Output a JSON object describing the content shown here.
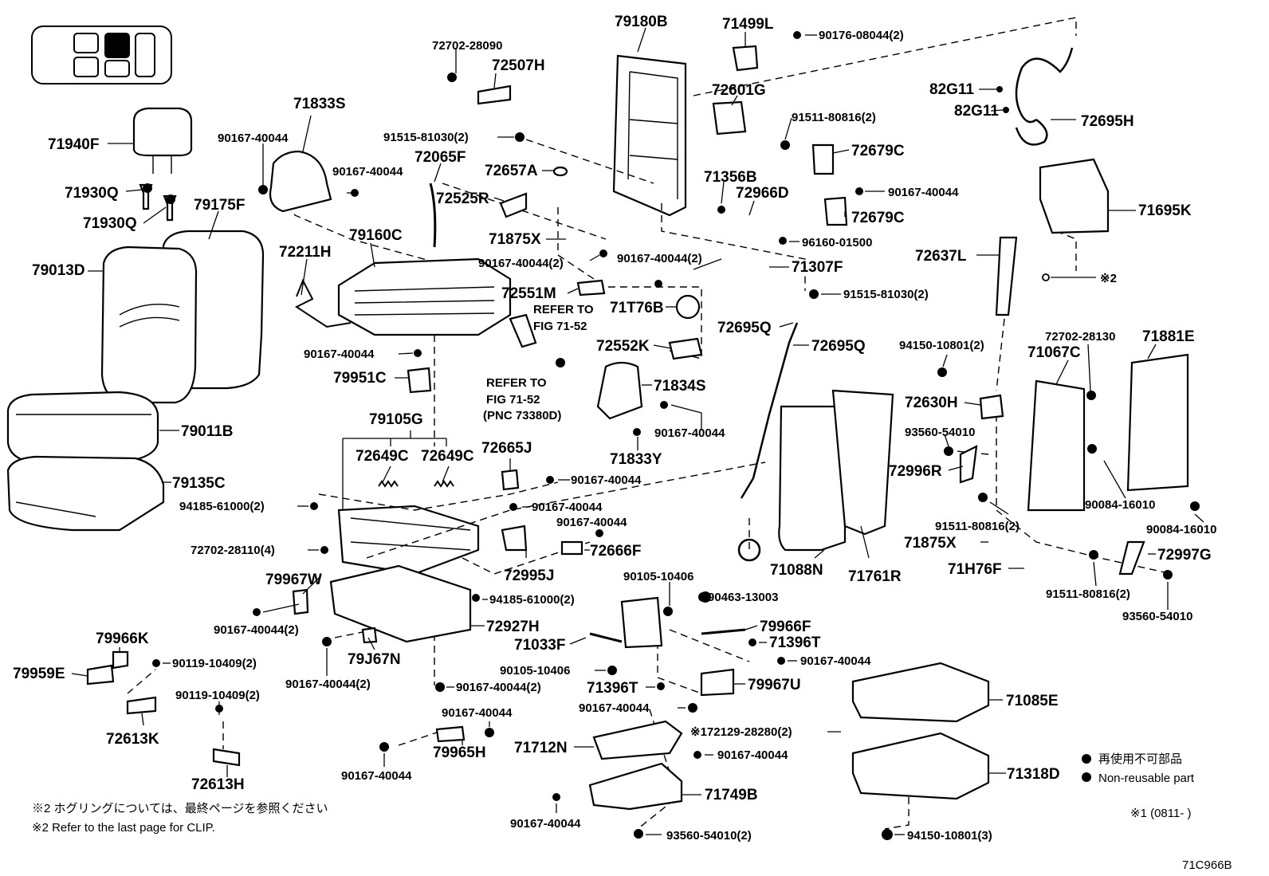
{
  "diagram_id": "71C966B",
  "labels": {
    "l79180B": "79180B",
    "l71499L": "71499L",
    "l90176": "90176-08044(2)",
    "l72702_28090": "72702-28090",
    "l72507H": "72507H",
    "l82G11a": "82G11",
    "l82G11b": "82G11",
    "l72695H": "72695H",
    "l72601G": "72601G",
    "l91511_80816_2a": "91511-80816(2)",
    "l71833S": "71833S",
    "l71940F": "71940F",
    "l90167_a": "90167-40044",
    "l91515_81030_2a": "91515-81030(2)",
    "l72065F": "72065F",
    "l72657A": "72657A",
    "l72679Ca": "72679C",
    "l90167_b": "90167-40044",
    "l71930Qa": "71930Q",
    "l71930Qb": "71930Q",
    "l79175F": "79175F",
    "l72525R": "72525R",
    "l71356B": "71356B",
    "l72966D": "72966D",
    "l90167_c": "90167-40044",
    "l72679Cb": "72679C",
    "l71695K": "71695K",
    "l79013D": "79013D",
    "l72211H": "72211H",
    "l79160C": "79160C",
    "l71875Xa": "71875X",
    "l96160": "96160-01500",
    "l72637L": "72637L",
    "l90167_2a": "90167-40044(2)",
    "l90167_2b": "90167-40044(2)",
    "l71307F": "71307F",
    "l_mark2": "※2",
    "l72551M": "72551M",
    "l_refer1a": "REFER TO",
    "l71T76B": "71T76B",
    "l_fig1": "FIG 71-52",
    "l91515_81030_2b": "91515-81030(2)",
    "l72695Qa": "72695Q",
    "l72695Qb": "72695Q",
    "l72552K": "72552K",
    "l90167_d": "90167-40044",
    "l94150_2": "94150-10801(2)",
    "l72702_28130": "72702-28130",
    "l71881E": "71881E",
    "l71067C": "71067C",
    "l79951C": "79951C",
    "l_refer2": "REFER TO",
    "l71834S": "71834S",
    "l_fig2": "FIG 71-52",
    "l_pnc": "(PNC 73380D)",
    "l72630H": "72630H",
    "l79011B": "79011B",
    "l90167_e": "90167-40044",
    "l93560_a": "93560-54010",
    "l79105G": "79105G",
    "l71833Y": "71833Y",
    "l72649Ca": "72649C",
    "l72649Cb": "72649C",
    "l72665J": "72665J",
    "l72996R": "72996R",
    "l79135C": "79135C",
    "l90167_f": "90167-40044",
    "l94185_2a": "94185-61000(2)",
    "l90167_g": "90167-40044",
    "l90084_a": "90084-16010",
    "l90167_h": "90167-40044",
    "l91511_80816_2b": "91511-80816(2)",
    "l90084_b": "90084-16010",
    "l72702_28110": "72702-28110(4)",
    "l72666F": "72666F",
    "l71088N": "71088N",
    "l71761R": "71761R",
    "l71875Xb": "71875X",
    "l72997G": "72997G",
    "l79967W": "79967W",
    "l72995J": "72995J",
    "l90105_a": "90105-10406",
    "l71H76F": "71H76F",
    "l94185_2b": "94185-61000(2)",
    "l90463": "90463-13003",
    "l91511_80816_2c": "91511-80816(2)",
    "l90167_2c": "90167-40044(2)",
    "l72927H": "72927H",
    "l79966F": "79966F",
    "l93560_b": "93560-54010",
    "l79966K": "79966K",
    "l71033F": "71033F",
    "l71396Ta": "71396T",
    "l79J67N": "79J67N",
    "l90167_i": "90167-40044",
    "l79959E": "79959E",
    "l90119_2a": "90119-10409(2)",
    "l90105_b": "90105-10406",
    "l90167_2d": "90167-40044(2)",
    "l90167_2e": "90167-40044(2)",
    "l79967U": "79967U",
    "l71396Tb": "71396T",
    "l71085E": "71085E",
    "l90119_2b": "90119-10409(2)",
    "l90167_j": "90167-40044",
    "l90167_k": "90167-40044",
    "l72613K": "72613K",
    "l172129": "※172129-28280(2)",
    "l71712N": "71712N",
    "l79965H": "79965H",
    "l90167_l": "90167-40044",
    "l90167_m": "90167-40044",
    "l71318D": "71318D",
    "l72613H": "72613H",
    "l71749B": "71749B",
    "l90167_n": "90167-40044",
    "l93560_2": "93560-54010(2)",
    "l94150_3": "94150-10801(3)"
  },
  "legend": {
    "jp": "再使用不可部品",
    "en": "Non-reusable part"
  },
  "footnotes": {
    "jp": "※2  ホグリングについては、最終ページを参照ください",
    "en": "※2  Refer to the last page for CLIP."
  },
  "mark1": "※1 (0811-      )"
}
